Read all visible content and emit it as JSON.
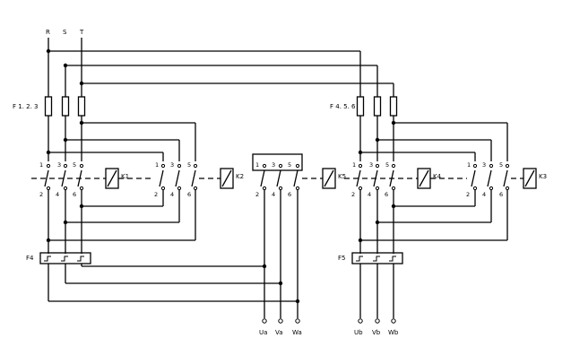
{
  "phases": [
    "R",
    "S",
    "T"
  ],
  "fuse_groups": [
    "F 1. 2. 3",
    "F 4. 5. 6"
  ],
  "overloads": [
    "F4",
    "F5"
  ],
  "contactors": [
    "K1",
    "K2",
    "K5",
    "K4",
    "K3"
  ],
  "contact_numbers": {
    "top": [
      "1",
      "3",
      "5"
    ],
    "bottom": [
      "2",
      "4",
      "6"
    ]
  },
  "terminals_a": [
    "Ua",
    "Va",
    "Wa"
  ],
  "terminals_b": [
    "Ub",
    "Vb",
    "Wb"
  ]
}
